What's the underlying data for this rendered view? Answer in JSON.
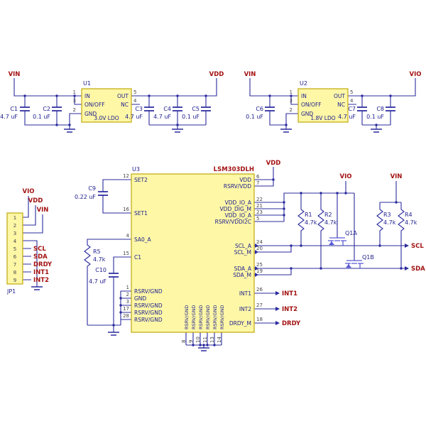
{
  "colors": {
    "background": "#ffffff",
    "wire": "#2b2b9e",
    "part_fill": "#fdf7a6",
    "part_outline": "#c0a80c",
    "net_label": "#a31212",
    "component_text": "#20208f",
    "pin_number": "#454545",
    "mosfet": "#5b5bd6"
  },
  "nets": {
    "vin": "VIN",
    "vdd": "VDD",
    "vio": "VIO",
    "scl": "SCL",
    "sda": "SDA",
    "int1": "INT1",
    "int2": "INT2",
    "drdy": "DRDY"
  },
  "u1": {
    "ref": "U1",
    "function": "3.0V LDO",
    "pins": {
      "in": {
        "num": "1",
        "name": "IN"
      },
      "onoff": {
        "num": "3",
        "name": "ON/OFF"
      },
      "gnd": {
        "num": "2",
        "name": "GND"
      },
      "out": {
        "num": "5",
        "name": "OUT"
      },
      "nc": {
        "num": "4",
        "name": "NC"
      }
    }
  },
  "u2": {
    "ref": "U2",
    "function": "1.8V LDO",
    "pins": {
      "in": {
        "num": "1",
        "name": "IN"
      },
      "onoff": {
        "num": "3",
        "name": "ON/OFF"
      },
      "gnd": {
        "num": "2",
        "name": "GND"
      },
      "out": {
        "num": "5",
        "name": "OUT"
      },
      "nc": {
        "num": "4",
        "name": "NC"
      }
    }
  },
  "u3": {
    "ref": "U3",
    "part": "LSM303DLH",
    "left_pins": [
      {
        "num": "12",
        "name": "SET2"
      },
      {
        "num": "16",
        "name": "SET1"
      },
      {
        "num": "4",
        "name": "SA0_A"
      },
      {
        "num": "15",
        "name": "C1"
      },
      {
        "num": "1",
        "name": "RSRV/GND"
      },
      {
        "num": "2",
        "name": "GND"
      },
      {
        "num": "3",
        "name": "RSRV/GND"
      },
      {
        "num": "17",
        "name": "RSRV/GND"
      },
      {
        "num": "28",
        "name": "RSRV/GND"
      }
    ],
    "right_pins": [
      {
        "num": "6",
        "name": "VDD"
      },
      {
        "num": "7",
        "name": "RSRV/VDD"
      },
      {
        "num": "22",
        "name": "VDD_IO_A"
      },
      {
        "num": "21",
        "name": "VDD_DIG_M"
      },
      {
        "num": "23",
        "name": "VDD_IO_A"
      },
      {
        "num": "5",
        "name": "RSRV/VDDI2C"
      },
      {
        "num": "24",
        "name": "SCL_A"
      },
      {
        "num": "20",
        "name": "SCL_M"
      },
      {
        "num": "25",
        "name": "SDA_A"
      },
      {
        "num": "19",
        "name": "SDA_M"
      },
      {
        "num": "26",
        "name": "INT1"
      },
      {
        "num": "27",
        "name": "INT2"
      },
      {
        "num": "18",
        "name": "DRDY_M"
      }
    ],
    "bottom_pins": [
      {
        "num": "8",
        "name": "RSRV/GND"
      },
      {
        "num": "9",
        "name": "RSRV/GND"
      },
      {
        "num": "10",
        "name": "RSRV/GND"
      },
      {
        "num": "11",
        "name": "RSRV/GND"
      },
      {
        "num": "13",
        "name": "RSRV/GND"
      },
      {
        "num": "14",
        "name": "RSRV/GND"
      }
    ]
  },
  "capacitors": {
    "c1": {
      "ref": "C1",
      "value": "4.7 uF"
    },
    "c2": {
      "ref": "C2",
      "value": "0.1 uF"
    },
    "c3": {
      "ref": "C3",
      "value": "4.7 uF"
    },
    "c4": {
      "ref": "C4",
      "value": "4.7 uF"
    },
    "c5": {
      "ref": "C5",
      "value": "0.1 uF"
    },
    "c6": {
      "ref": "C6",
      "value": "0.1 uF"
    },
    "c7": {
      "ref": "C7",
      "value": "4.7 uF"
    },
    "c8": {
      "ref": "C8",
      "value": "0.1 uF"
    },
    "c9": {
      "ref": "C9",
      "value": "0.22 uF"
    },
    "c10": {
      "ref": "C10",
      "value": "4.7 uF"
    }
  },
  "resistors": {
    "r1": {
      "ref": "R1",
      "value": "4.7k"
    },
    "r2": {
      "ref": "R2",
      "value": "4.7k"
    },
    "r3": {
      "ref": "R3",
      "value": "4.7k"
    },
    "r4": {
      "ref": "R4",
      "value": "4.7k"
    },
    "r5": {
      "ref": "R5",
      "value": "4.7k"
    }
  },
  "transistors": {
    "q1a": {
      "ref": "Q1A"
    },
    "q1b": {
      "ref": "Q1B"
    }
  },
  "jp1": {
    "ref": "JP1",
    "pins": [
      {
        "num": "1",
        "net": "VIO"
      },
      {
        "num": "2",
        "net": "VDD"
      },
      {
        "num": "3",
        "net": "VIN"
      },
      {
        "num": "4"
      },
      {
        "num": "5",
        "net": "SCL"
      },
      {
        "num": "6",
        "net": "SDA"
      },
      {
        "num": "7",
        "net": "DRDY"
      },
      {
        "num": "8",
        "net": "INT1"
      },
      {
        "num": "9",
        "net": "INT2"
      }
    ]
  }
}
